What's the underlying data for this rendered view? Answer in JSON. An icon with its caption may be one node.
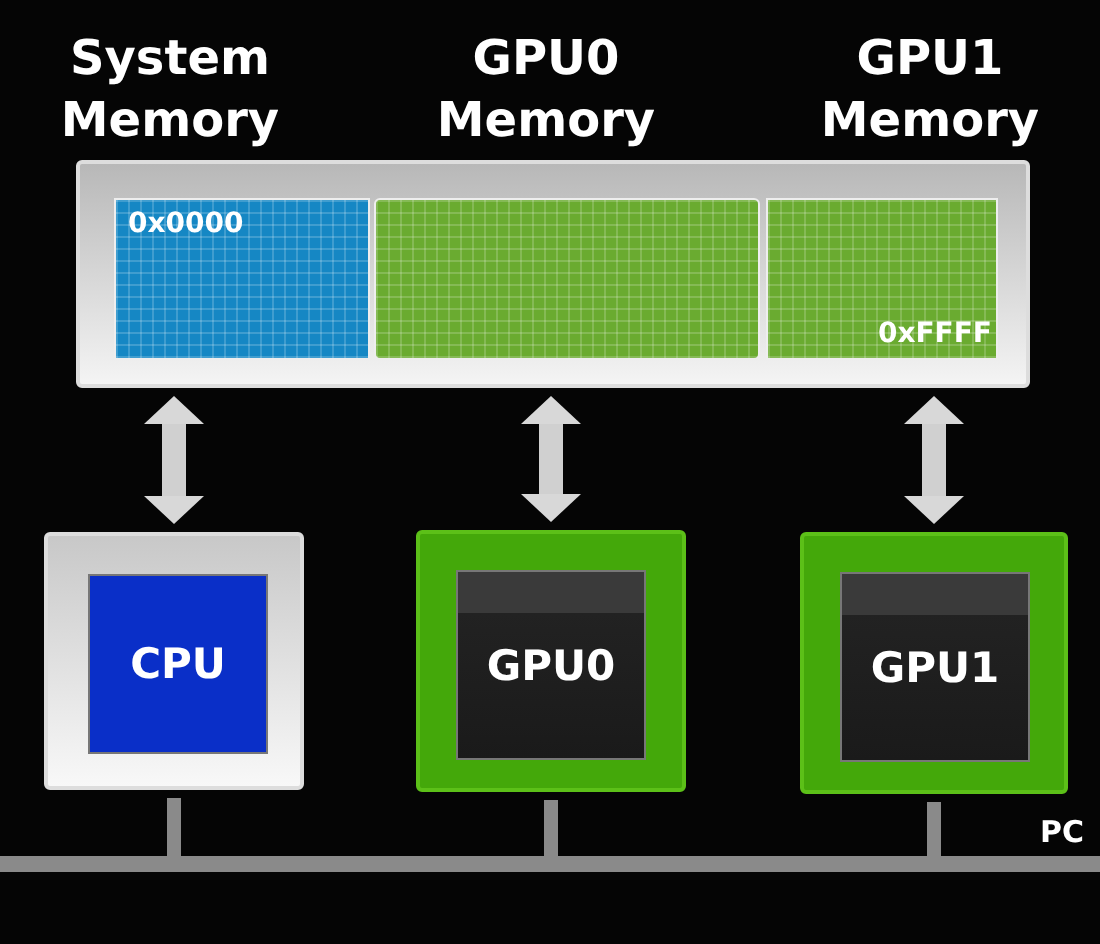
{
  "diagram": {
    "nodes": [
      {
        "text": [],
        "shape": "box"
      },
      {
        "text": [
          "0x0000"
        ],
        "in": 0
      },
      {
        "text": [],
        "shape": "box",
        "in": 0
      },
      {
        "text": [
          "0xFFFF"
        ],
        "in": 0
      },
      {
        "text": [
          "CPU"
        ]
      },
      {
        "text": [
          "GPU0"
        ]
      },
      {
        "text": [
          "GPU1"
        ]
      },
      {
        "text": [],
        "shape": "bar"
      }
    ],
    "edges": [
      {
        "from": 0,
        "to": 4,
        "arrow": "both"
      },
      {
        "from": 0,
        "to": 5,
        "arrow": "both"
      },
      {
        "from": 0,
        "to": 6,
        "arrow": "both"
      },
      {
        "from": 4,
        "to": 7,
        "arrow": "none"
      },
      {
        "from": 5,
        "to": 7,
        "arrow": "none"
      },
      {
        "from": 6,
        "to": 7,
        "arrow": "none"
      }
    ],
    "labels": [
      "System Memory",
      "GPU0 Memory",
      "GPU1 Memory",
      "PC"
    ]
  }
}
